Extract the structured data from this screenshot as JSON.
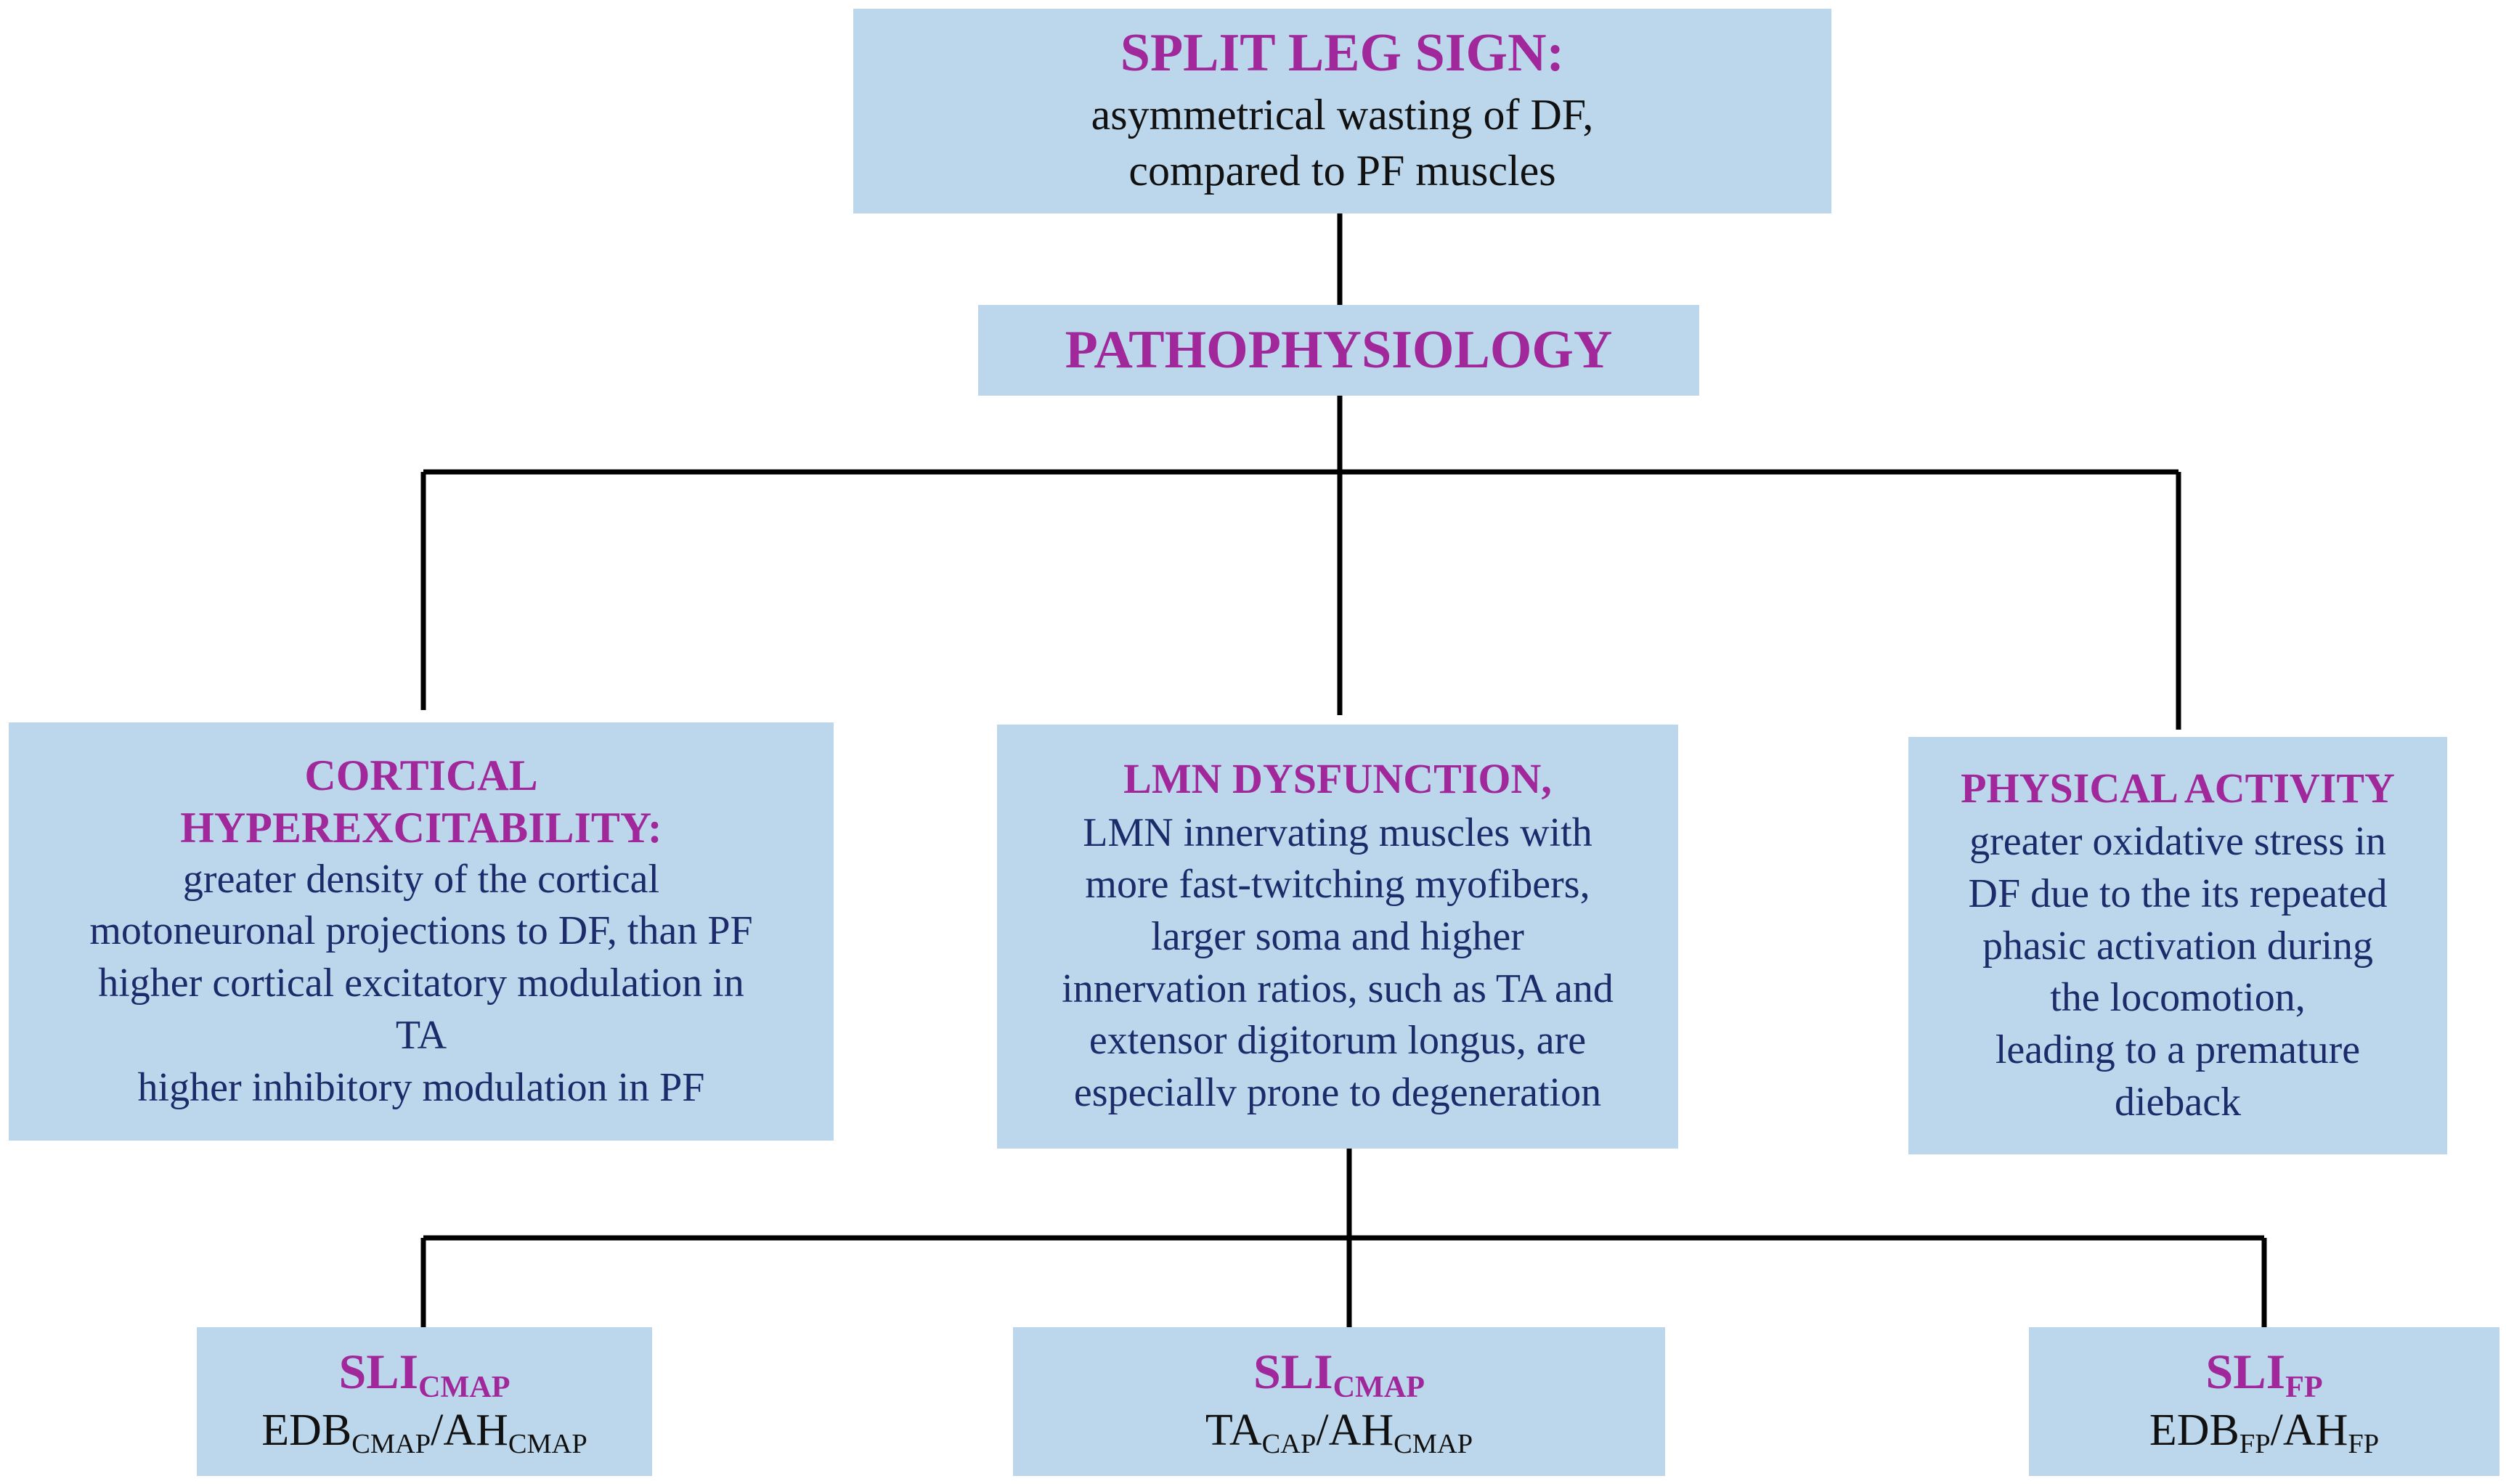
{
  "split_leg": {
    "title": "SPLIT LEG SIGN:",
    "lines": [
      "asymmetrical wasting of DF,",
      "compared to PF muscles"
    ]
  },
  "pathophysiology": {
    "title": "PATHOPHYSIOLOGY"
  },
  "cortical": {
    "title_lines": [
      "CORTICAL",
      "HYPEREXCITABILITY:"
    ],
    "lines": [
      "greater density of the cortical",
      "motoneuronal projections to DF, than PF",
      "higher cortical excitatory modulation in",
      "TA",
      "higher inhibitory modulation in PF"
    ]
  },
  "lmn": {
    "title": "LMN DYSFUNCTION,",
    "lines": [
      "LMN innervating muscles with",
      "more fast-twitching myofibers,",
      "larger soma and higher",
      "innervation ratios, such as TA and",
      "extensor digitorum longus, are",
      "especiallv prone to degeneration"
    ]
  },
  "physical": {
    "title": "PHYSICAL ACTIVITY",
    "lines": [
      "greater oxidative stress in",
      "DF due to the its repeated",
      "phasic activation during",
      "the locomotion,",
      "leading to a premature",
      "dieback"
    ]
  },
  "sli_cmap_1": {
    "title_main": "SLI",
    "title_sub": "CMAP",
    "num_main": "EDB",
    "num_sub": "CMAP",
    "slash": "/",
    "den_main": "AH",
    "den_sub": "CMAP"
  },
  "sli_cmap_2": {
    "title_main": "SLI",
    "title_sub": "CMAP",
    "num_main": "TA",
    "num_sub": "CAP",
    "slash": "/",
    "den_main": "AH",
    "den_sub": "CMAP"
  },
  "sli_fp": {
    "title_main": "SLI",
    "title_sub": "FP",
    "num_main": "EDB",
    "num_sub": "FP",
    "slash": "/",
    "den_main": "AH",
    "den_sub": "FP"
  },
  "colors": {
    "box_fill": "#bcd7eb",
    "heading": "#a0289a",
    "body": "#1c2b6a",
    "line": "#000000"
  }
}
